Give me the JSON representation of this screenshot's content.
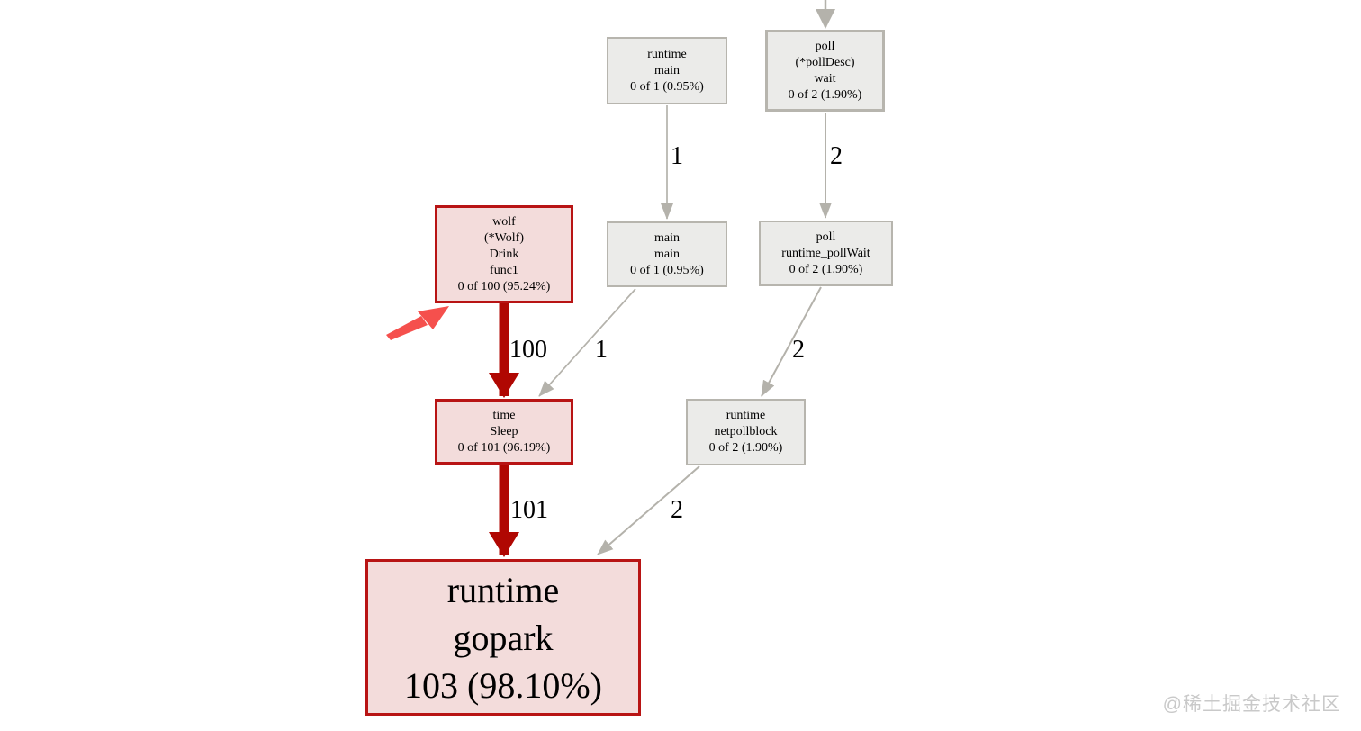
{
  "graph": {
    "nodes": [
      {
        "id": "runtime-main",
        "lines": [
          "runtime",
          "main",
          "0 of 1 (0.95%)"
        ]
      },
      {
        "id": "poll-polldesc-wait",
        "lines": [
          "poll",
          "(*pollDesc)",
          "wait",
          "0 of 2 (1.90%)"
        ]
      },
      {
        "id": "wolf-drink-func1",
        "lines": [
          "wolf",
          "(*Wolf)",
          "Drink",
          "func1",
          "0 of 100 (95.24%)"
        ]
      },
      {
        "id": "main-main",
        "lines": [
          "main",
          "main",
          "0 of 1 (0.95%)"
        ]
      },
      {
        "id": "poll-runtime-pollwait",
        "lines": [
          "poll",
          "runtime_pollWait",
          "0 of 2 (1.90%)"
        ]
      },
      {
        "id": "time-sleep",
        "lines": [
          "time",
          "Sleep",
          "0 of 101 (96.19%)"
        ]
      },
      {
        "id": "runtime-netpollblock",
        "lines": [
          "runtime",
          "netpollblock",
          "0 of 2 (1.90%)"
        ]
      },
      {
        "id": "runtime-gopark",
        "lines": [
          "runtime",
          "gopark",
          "103 (98.10%)"
        ]
      }
    ],
    "edge_labels": [
      {
        "id": "runtime-main-to-main-main",
        "label": "1"
      },
      {
        "id": "poll-wait-to-runtime-pollwait",
        "label": "2"
      },
      {
        "id": "wolf-to-time-sleep",
        "label": "100"
      },
      {
        "id": "main-main-to-time-sleep",
        "label": "1"
      },
      {
        "id": "runtime-pollwait-to-netpollblock",
        "label": "2"
      },
      {
        "id": "time-sleep-to-gopark",
        "label": "101"
      },
      {
        "id": "netpollblock-to-gopark",
        "label": "2"
      }
    ]
  },
  "colors": {
    "node_gray_fill": "#ebebe9",
    "node_gray_border": "#b7b5ae",
    "node_pink_fill": "#f3dcdb",
    "node_red_border": "#b81414",
    "edge_gray": "#b4b2ab",
    "edge_red": "#b00702",
    "annotation_red": "#f5504d",
    "watermark_gray": "#c9c9c9"
  },
  "watermark": "@稀土掘金技术社区"
}
